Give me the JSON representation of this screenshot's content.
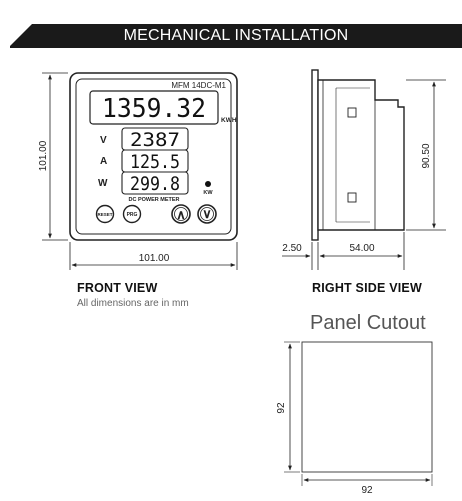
{
  "header": {
    "title": "MECHANICAL INSTALLATION"
  },
  "front_view": {
    "model": "MFM 14DC-M1",
    "energy_value": "1359.32",
    "energy_unit": "KWH",
    "rows": [
      {
        "label": "V",
        "value": "2387"
      },
      {
        "label": "A",
        "value": "125.5"
      },
      {
        "label": "W",
        "value": "299.8"
      }
    ],
    "kw_label": "KW",
    "brand": "DC POWER METER",
    "buttons": {
      "reset": "RESET",
      "prg": "PRG",
      "up": "∧",
      "down": "∨"
    },
    "dim_height": "101.00",
    "dim_width": "101.00",
    "caption": "FRONT VIEW",
    "note": "All dimensions are in mm"
  },
  "side_view": {
    "dim_height": "90.50",
    "dim_flange": "2.50",
    "dim_depth": "54.00",
    "caption": "RIGHT SIDE VIEW"
  },
  "cutout": {
    "title": "Panel Cutout",
    "dim_height": "92",
    "dim_width": "92"
  },
  "colors": {
    "header_bg": "#1a1a1a",
    "line": "#222222",
    "note_text": "#666666"
  }
}
